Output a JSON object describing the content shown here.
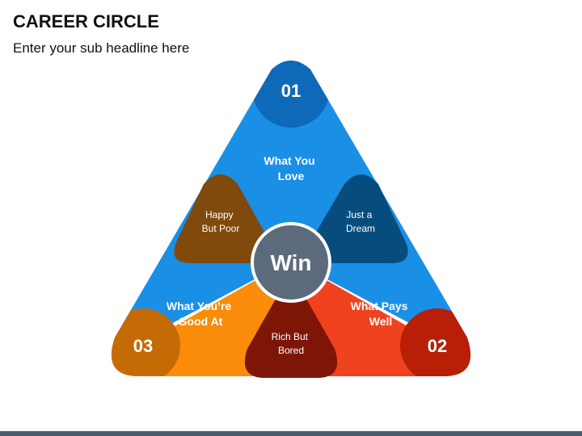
{
  "header": {
    "title": "CAREER CIRCLE",
    "subtitle": "Enter your sub headline here"
  },
  "diagram": {
    "center": {
      "label": "Win",
      "color": "#5b6b7b"
    },
    "regions": [
      {
        "id": "top",
        "label_line1": "What You",
        "label_line2": "Love",
        "color": "#1a8fe6"
      },
      {
        "id": "right",
        "label_line1": "What Pays",
        "label_line2": "Well",
        "color": "#f0421e"
      },
      {
        "id": "left",
        "label_line1": "What You’re",
        "label_line2": "Good At",
        "color": "#fa8c0a"
      }
    ],
    "overlaps": [
      {
        "id": "top-left",
        "label_line1": "Happy",
        "label_line2": "But Poor",
        "color": "#7f4a0c"
      },
      {
        "id": "top-right",
        "label_line1": "Just a",
        "label_line2": "Dream",
        "color": "#064d7e"
      },
      {
        "id": "bottom",
        "label_line1": "Rich But",
        "label_line2": "Bored",
        "color": "#7e1608"
      }
    ],
    "badges": [
      {
        "number": "01",
        "color": "#0e69b9"
      },
      {
        "number": "02",
        "color": "#b81f06"
      },
      {
        "number": "03",
        "color": "#c56b06"
      }
    ]
  }
}
